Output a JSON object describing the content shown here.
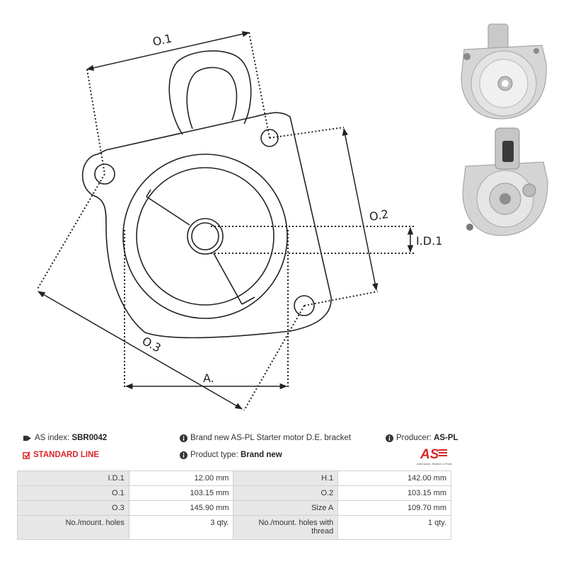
{
  "header": {
    "as_index_label": "AS index:",
    "as_index_value": "SBR0042",
    "standard_line": "STANDARD LINE",
    "description": "Brand new AS-PL Starter motor D.E. bracket",
    "product_type_label": "Product type:",
    "product_type_value": "Brand new",
    "producer_label": "Producer:",
    "producer_value": "AS-PL",
    "logo_text": "AS",
    "logo_tagline": "Alternators, Starters & Parts"
  },
  "drawing": {
    "labels": {
      "o1": "O.1",
      "o2": "O.2",
      "o3": "O.3",
      "a": "A.",
      "id1": "I.D.1"
    }
  },
  "specs": [
    [
      {
        "k": "I.D.1",
        "v": "12.00 mm"
      },
      {
        "k": "H.1",
        "v": "142.00 mm"
      }
    ],
    [
      {
        "k": "O.1",
        "v": "103.15 mm"
      },
      {
        "k": "O.2",
        "v": "103.15 mm"
      }
    ],
    [
      {
        "k": "O.3",
        "v": "145.90 mm"
      },
      {
        "k": "Size A",
        "v": "109.70 mm"
      }
    ],
    [
      {
        "k": "No./mount. holes",
        "v": "3 qty."
      },
      {
        "k": "No./mount. holes with thread",
        "v": "1 qty."
      }
    ]
  ],
  "colors": {
    "accent": "#d8252a"
  }
}
